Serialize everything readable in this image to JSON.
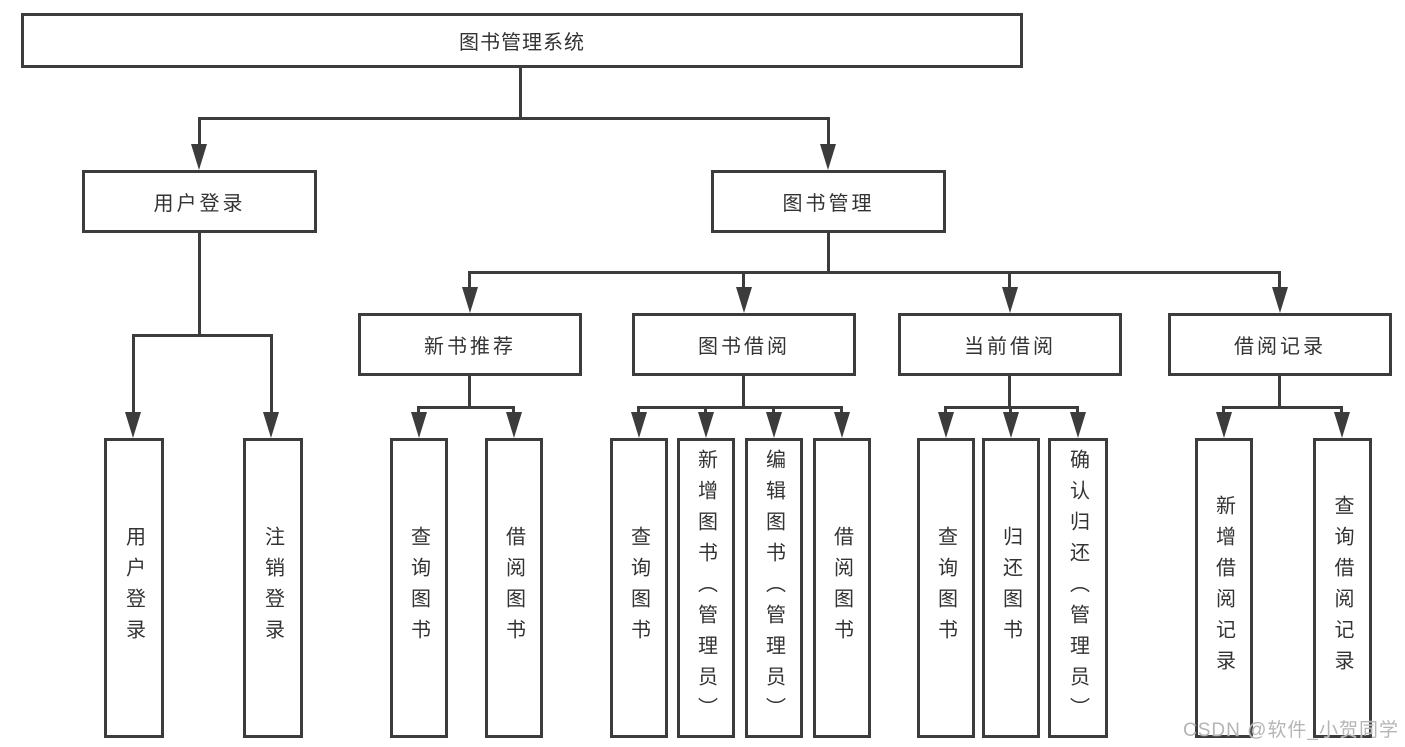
{
  "colors": {
    "line": "#3c3c3c",
    "text": "#333333",
    "background": "#ffffff",
    "watermark": "#b5b5b5"
  },
  "tree": {
    "root": {
      "label": "图书管理系统"
    },
    "branches": [
      {
        "label": "用户登录",
        "children": [
          {
            "label": "用户登录"
          },
          {
            "label": "注销登录"
          }
        ]
      },
      {
        "label": "图书管理",
        "children": [
          {
            "label": "新书推荐",
            "children": [
              {
                "label": "查询图书"
              },
              {
                "label": "借阅图书"
              }
            ]
          },
          {
            "label": "图书借阅",
            "children": [
              {
                "label": "查询图书"
              },
              {
                "label": "新增图书（管理员）"
              },
              {
                "label": "编辑图书（管理员）"
              },
              {
                "label": "借阅图书"
              }
            ]
          },
          {
            "label": "当前借阅",
            "children": [
              {
                "label": "查询图书"
              },
              {
                "label": "归还图书"
              },
              {
                "label": "确认归还（管理员）"
              }
            ]
          },
          {
            "label": "借阅记录",
            "children": [
              {
                "label": "新增借阅记录"
              },
              {
                "label": "查询借阅记录"
              }
            ]
          }
        ]
      }
    ]
  },
  "watermark": "CSDN @软件_小贺同学"
}
